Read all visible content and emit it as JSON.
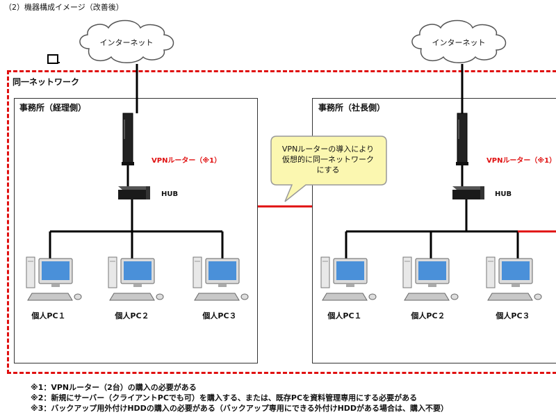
{
  "heading": "（2）機器構成イメージ（改善後）",
  "network_label": "同一ネットワーク",
  "left_office": {
    "label": "事務所（経理側）",
    "cloud": "インターネット",
    "router": "VPNルーター（※1）",
    "hub": "HUB",
    "pcs": [
      "個人PC１",
      "個人PC２",
      "個人PC３"
    ]
  },
  "right_office": {
    "label": "事務所（社長側）",
    "cloud": "インターネット",
    "router": "VPNルーター（※1）",
    "hub": "HUB",
    "pcs": [
      "個人PC１",
      "個人PC２",
      "個人PC３"
    ]
  },
  "callout": {
    "line1": "VPNルーターの導入により",
    "line2": "仮想的に同一ネットワーク",
    "line3": "にする"
  },
  "notes": [
    "※1：VPNルーター（2台）の購入の必要がある",
    "※2：新規にサーバー（クライアントPCでも可）を購入する、または、既存PCを資料管理専用にする必要がある",
    "※3：バックアップ用外付けHDDの購入の必要がある（バックアップ専用にできる外付けHDDがある場合は、購入不要）"
  ],
  "colors": {
    "accent_red": "#e01010",
    "callout_fill": "#fbf7b0",
    "cloud_stroke": "#555555"
  },
  "icons": [
    "cloud-icon",
    "router-icon",
    "hub-icon",
    "desktop-pc-icon",
    "checkbox-icon"
  ]
}
